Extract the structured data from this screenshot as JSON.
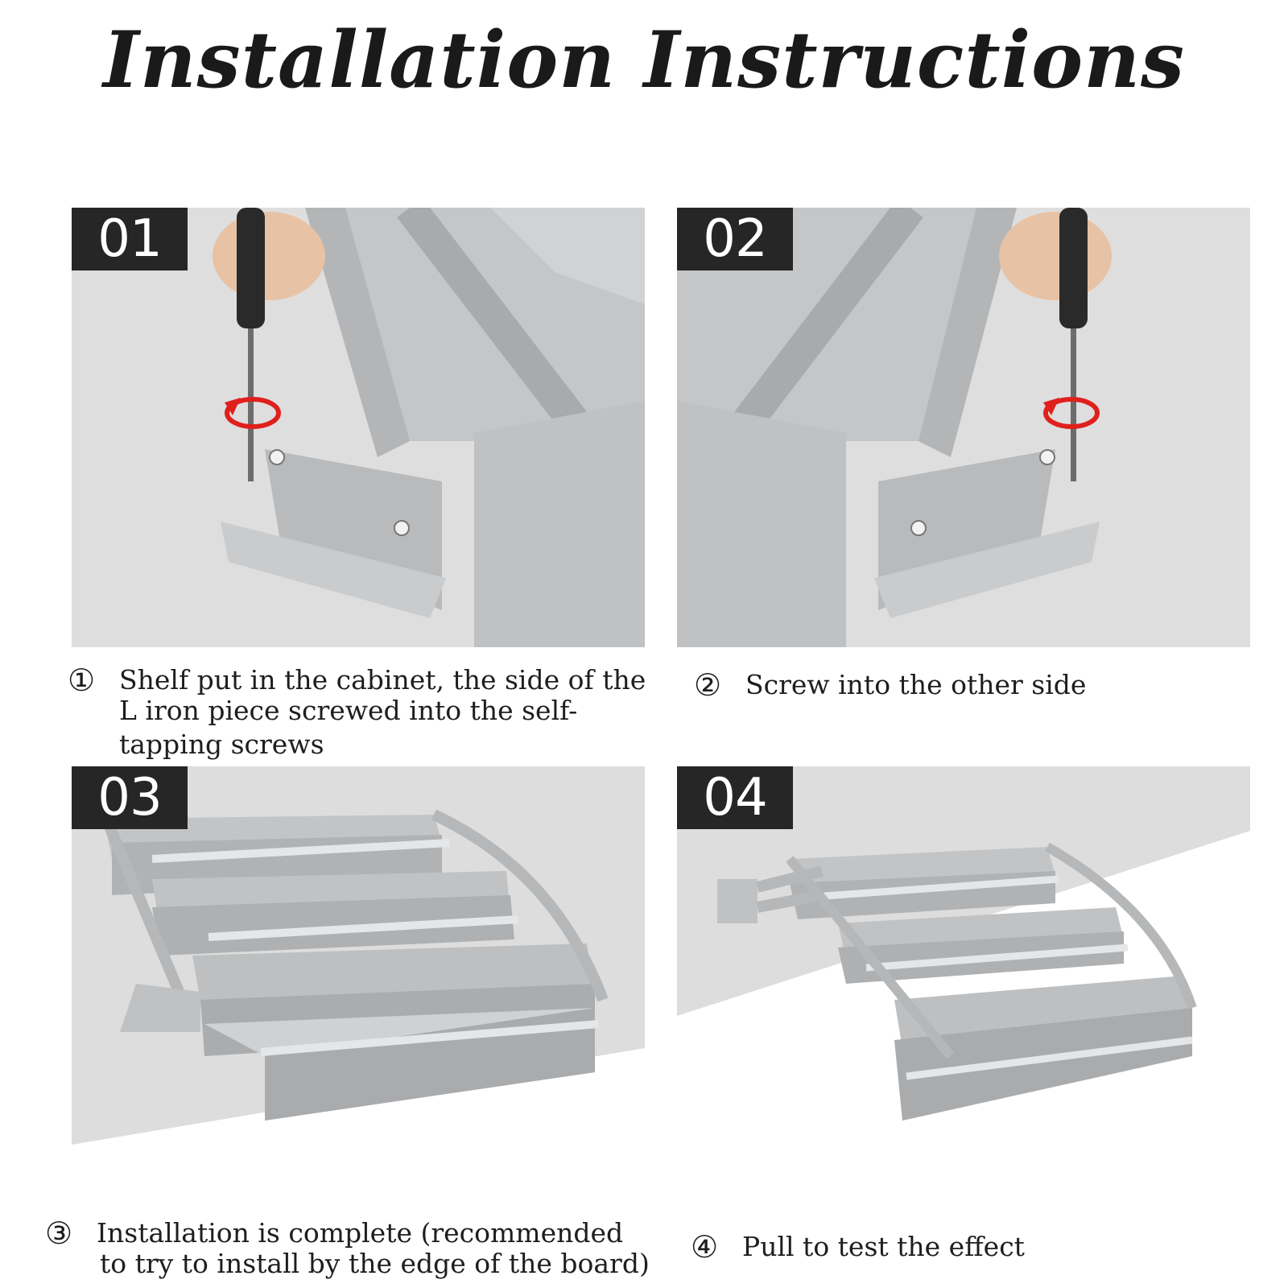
{
  "title": "Installation Instructions",
  "steps": [
    {
      "badge": "01",
      "marker": "①",
      "lines": [
        "Shelf put in the cabinet, the side of the",
        "L iron piece screwed into the self-",
        "tapping screws"
      ]
    },
    {
      "badge": "02",
      "marker": "②",
      "lines": [
        "Screw into the other side"
      ]
    },
    {
      "badge": "03",
      "marker": "③",
      "lines": [
        "Installation is complete (recommended",
        "to try to install by the edge of the board)"
      ]
    },
    {
      "badge": "04",
      "marker": "④",
      "lines": [
        "Pull to test the effect"
      ]
    }
  ],
  "colors": {
    "badge_bg": "#262626",
    "panel_bg": "#dcdcdc",
    "metal": "#b9bbbd",
    "rotate_arrow": "#e0201c"
  },
  "icons": [
    "hand-with-screwdriver-icon",
    "rotate-arrow-icon",
    "spice-rack-icon"
  ]
}
